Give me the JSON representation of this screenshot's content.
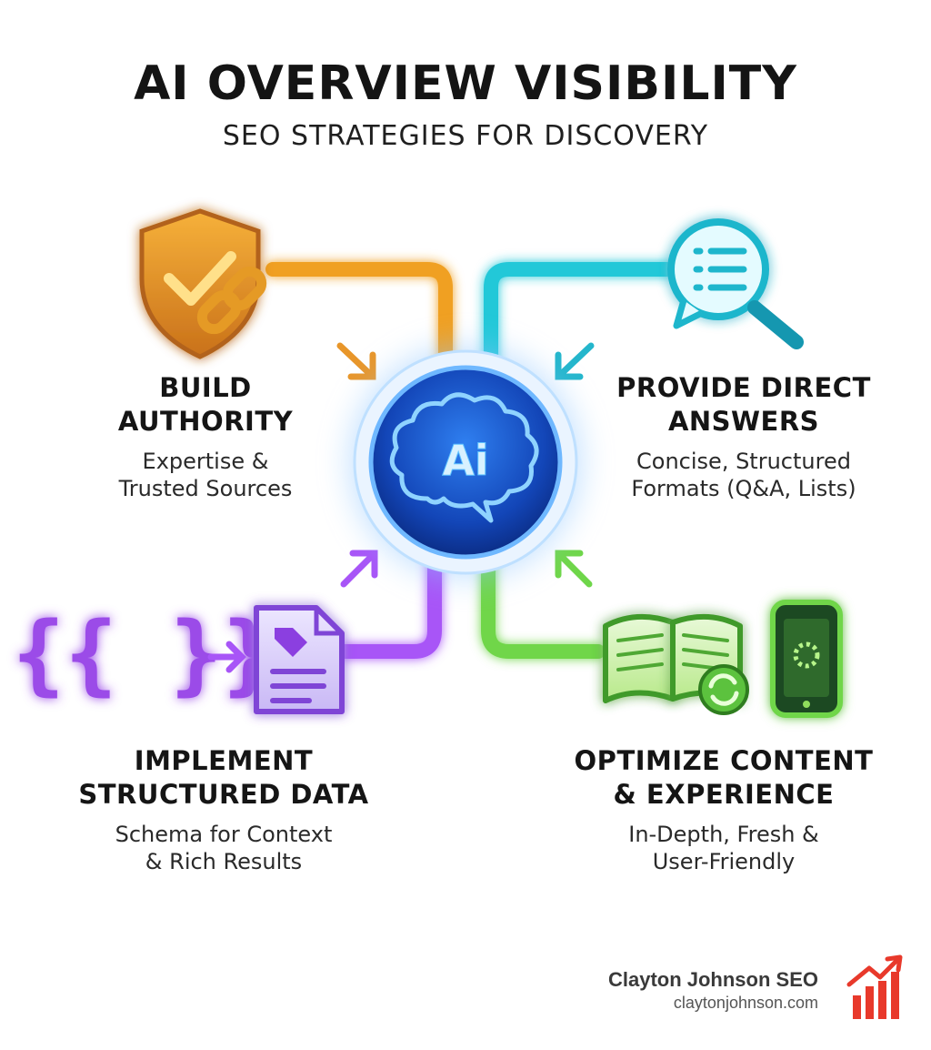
{
  "title": "AI OVERVIEW VISIBILITY",
  "subtitle": "SEO STRATEGIES FOR DISCOVERY",
  "hub": {
    "label": "Ai"
  },
  "strategies": [
    {
      "heading": "BUILD\nAUTHORITY",
      "description": "Expertise &\nTrusted Sources",
      "color": "#f0a020"
    },
    {
      "heading": "PROVIDE DIRECT\nANSWERS",
      "description": "Concise, Structured\nFormats (Q&A, Lists)",
      "color": "#22c8d8"
    },
    {
      "heading": "IMPLEMENT\nSTRUCTURED DATA",
      "description": "Schema for Context\n& Rich Results",
      "color": "#a855f7"
    },
    {
      "heading": "OPTIMIZE CONTENT\n& EXPERIENCE",
      "description": "In-Depth, Fresh &\nUser-Friendly",
      "color": "#6fd64a"
    }
  ],
  "brand": {
    "name": "Clayton Johnson SEO",
    "url": "claytonjohnson.com",
    "color": "#e8392b"
  }
}
